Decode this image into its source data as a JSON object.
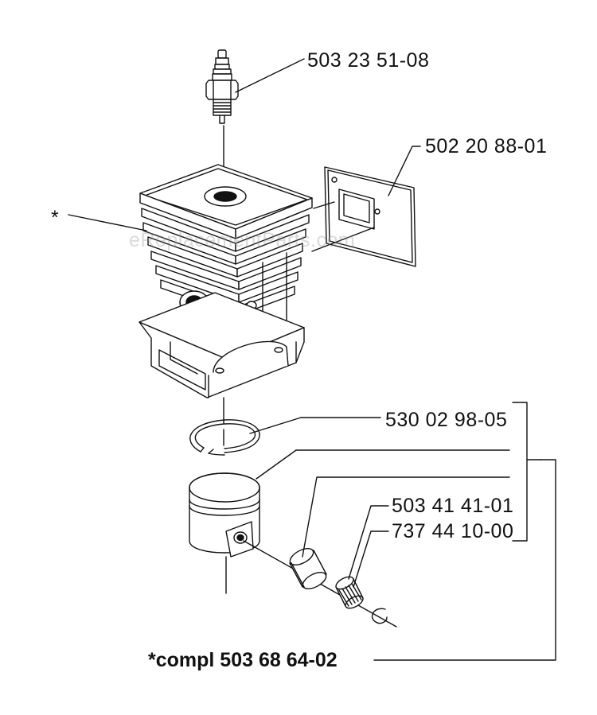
{
  "watermark": "eReplacementParts.com",
  "labels": {
    "asterisk": "*",
    "spark_plug": "503 23 51-08",
    "gasket": "502 20 88-01",
    "piston_ring": "530 02 98-05",
    "piston_pin": "503 41 41-01",
    "needle_bearing": "737 44 10-00",
    "complete": "*compl 503 68 64-02"
  },
  "colors": {
    "line": "#111111",
    "watermark": "#9a9a9a"
  }
}
